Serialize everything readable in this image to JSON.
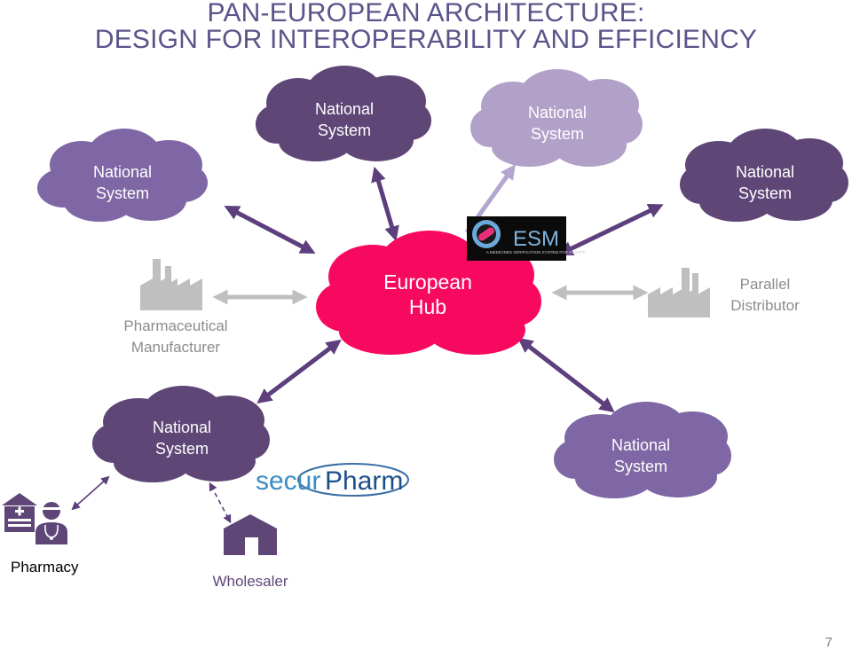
{
  "title": {
    "line1": "PAN-EUROPEAN ARCHITECTURE:",
    "line2": "DESIGN FOR INTEROPERABILITY AND EFFICIENCY"
  },
  "hub": {
    "line1": "European",
    "line2": "Hub"
  },
  "national_system": {
    "line1": "National",
    "line2": "System"
  },
  "manufacturer": {
    "line1": "Pharmaceutical",
    "line2": "Manufacturer"
  },
  "distributor": {
    "line1": "Parallel",
    "line2": "Distributor"
  },
  "pharmacy": "Pharmacy",
  "wholesaler": "Wholesaler",
  "esm_logo": {
    "name": "ESM",
    "tagline": "A MEDICINES VERIFICATION SYSTEM FOR EUROPE"
  },
  "securpharm_logo": {
    "part1": "secur",
    "part2": "Pharm"
  },
  "page_number": "7",
  "colors": {
    "title": "#59558a",
    "cloud_dark": "#5e4777",
    "cloud_mid": "#7e67a4",
    "cloud_light": "#b1a1c9",
    "hub": "#f7095f",
    "arrow_dark": "#5c3f7c",
    "arrow_light": "#b3a6cf",
    "arrow_grey": "#bfbfbf",
    "grey_icon": "#bfbfbf",
    "icon_dark": "#5e4777"
  }
}
